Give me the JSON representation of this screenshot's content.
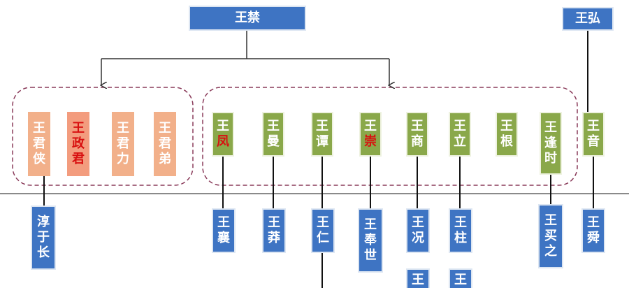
{
  "colors": {
    "blue": "#3e74c3",
    "green": "#8aa84a",
    "peach": "#f2b08a",
    "coral": "#f39c7e",
    "red_text": "#d81010",
    "dashed_group": "#8a3b5a",
    "ground_line": "#8a8a8a"
  },
  "roots": {
    "wang_jin": "王禁",
    "wang_hong": "王弘"
  },
  "daughters": [
    {
      "name": "王君侠",
      "style": "peach-white"
    },
    {
      "name": "王政君",
      "style": "peach-red"
    },
    {
      "name": "王君力",
      "style": "peach-white"
    },
    {
      "name": "王君弟",
      "style": "peach-white"
    }
  ],
  "sons": [
    {
      "name": "王凤",
      "style": "green-red"
    },
    {
      "name": "王曼",
      "style": "green-white"
    },
    {
      "name": "王谭",
      "style": "green-white"
    },
    {
      "name": "王崇",
      "style": "green-red"
    },
    {
      "name": "王商",
      "style": "green-white"
    },
    {
      "name": "王立",
      "style": "green-white"
    },
    {
      "name": "王根",
      "style": "green-white"
    },
    {
      "name": "王逢时",
      "style": "green-white"
    }
  ],
  "wang_yin": "王音",
  "descendants": [
    {
      "parent": "王君侠",
      "name": "淳于长"
    },
    {
      "parent": "王凤",
      "name": "王襄"
    },
    {
      "parent": "王曼",
      "name": "王莽"
    },
    {
      "parent": "王谭",
      "name": "王仁"
    },
    {
      "parent": "王崇",
      "name": "王奉世"
    },
    {
      "parent": "王商",
      "name": "王况"
    },
    {
      "parent": "王立",
      "name": "王柱"
    },
    {
      "parent": "王逢时",
      "name": "王买之"
    },
    {
      "parent": "王音",
      "name": "王舜"
    }
  ],
  "partial_boxes": [
    "王",
    "王"
  ]
}
